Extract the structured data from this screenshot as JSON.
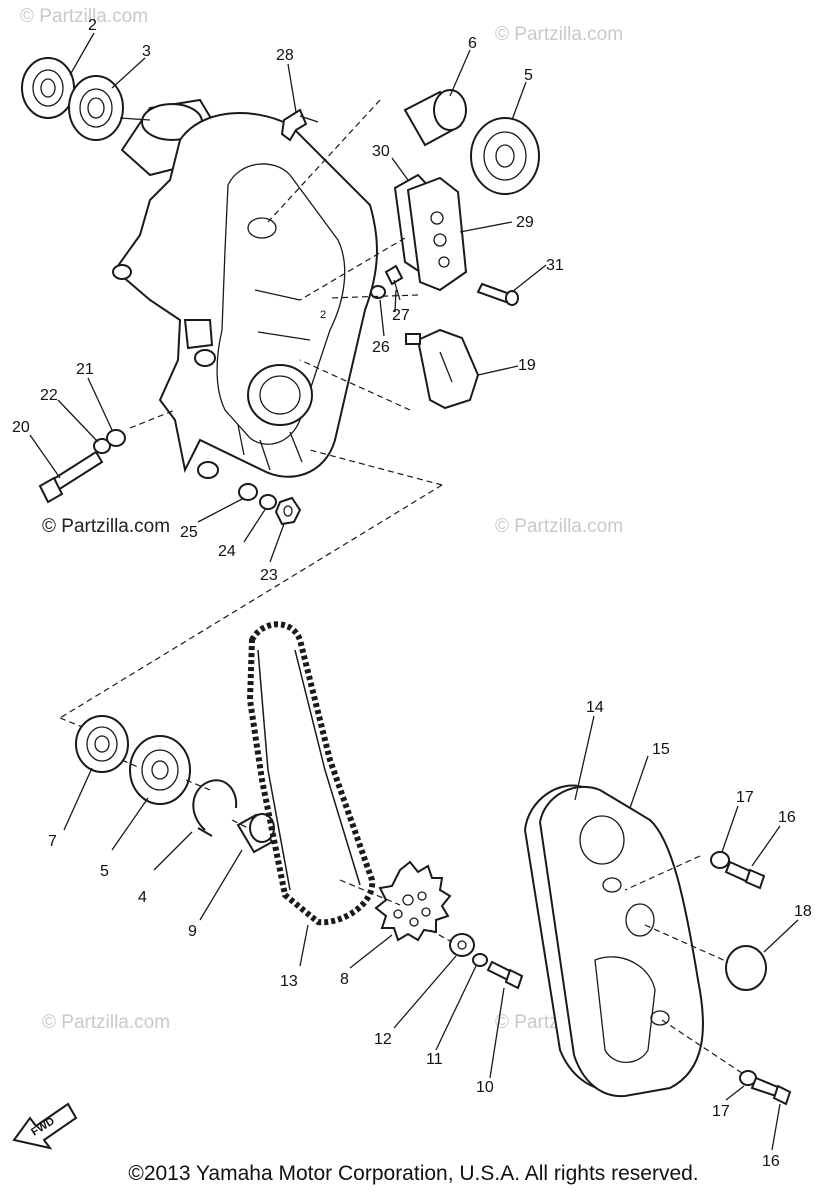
{
  "watermarks": {
    "brand": "© Partzilla.com"
  },
  "fwd_label": "FWD",
  "copyright": "©2013 Yamaha Motor Corporation, U.S.A. All rights reserved.",
  "callouts": {
    "n2": "2",
    "n3": "3",
    "n28": "28",
    "n6": "6",
    "n5a": "5",
    "n30": "30",
    "n29": "29",
    "n31": "31",
    "n27": "27",
    "n26": "26",
    "n19": "19",
    "n21": "21",
    "n22": "22",
    "n20": "20",
    "n25": "25",
    "n24": "24",
    "n23": "23",
    "n14": "14",
    "n15": "15",
    "n17a": "17",
    "n16a": "16",
    "n18": "18",
    "n7": "7",
    "n5b": "5",
    "n4": "4",
    "n9": "9",
    "n13": "13",
    "n8": "8",
    "n12": "12",
    "n11": "11",
    "n10": "10",
    "n17b": "17",
    "n16b": "16"
  }
}
